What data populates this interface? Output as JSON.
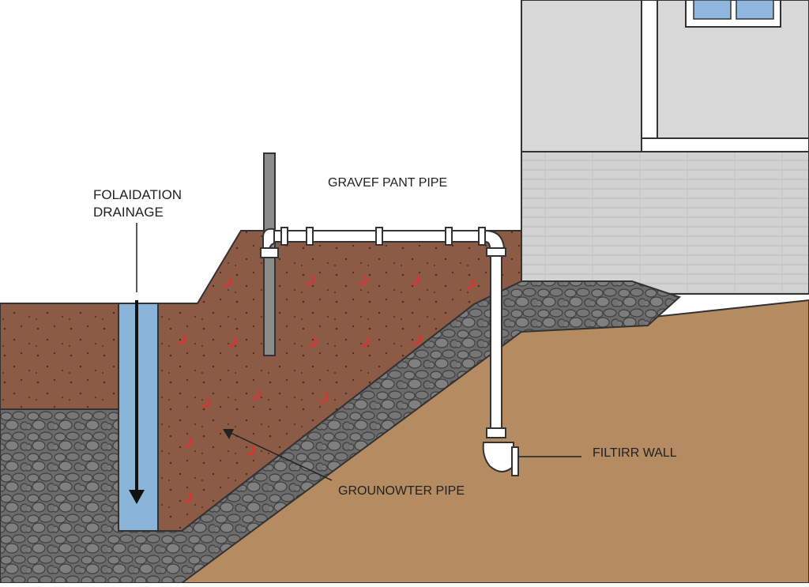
{
  "diagram": {
    "labels": {
      "foundation_drainage_line1": "FOLAIDATION",
      "foundation_drainage_line2": "DRAINAGE",
      "gravel_pipe": "GRAVEF PANT PIPE",
      "filter_wall": "FILTIRR WALL",
      "groundwater_pipe": "GROUNOWTER PIPE"
    },
    "colors": {
      "soil": "#8a5a45",
      "sand": "#b58b62",
      "gravel": "#6f6f6f",
      "water": "#8ab4d8",
      "house_wall": "#d9d9d9",
      "foundation": "#cfcfcf",
      "pipe": "#ffffff",
      "arrow_marks": "#e23030",
      "window_glass": "#8fb7e0"
    }
  }
}
